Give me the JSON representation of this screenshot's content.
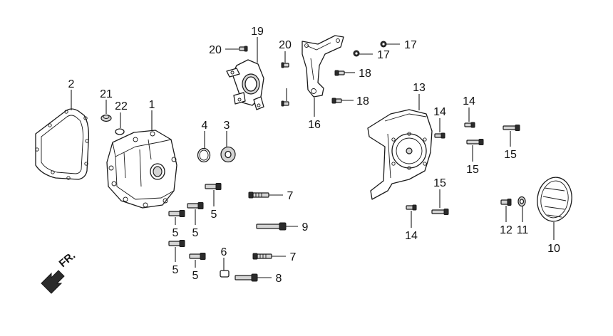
{
  "callouts": {
    "c1": "1",
    "c2": "2",
    "c3": "3",
    "c4": "4",
    "c5a": "5",
    "c5b": "5",
    "c5c": "5",
    "c5d": "5",
    "c5e": "5",
    "c6": "6",
    "c7a": "7",
    "c7b": "7",
    "c8": "8",
    "c9": "9",
    "c10": "10",
    "c11": "11",
    "c12": "12",
    "c13": "13",
    "c14a": "14",
    "c14b": "14",
    "c14c": "14",
    "c15a": "15",
    "c15b": "15",
    "c15c": "15",
    "c16": "16",
    "c17a": "17",
    "c17b": "17",
    "c18a": "18",
    "c18b": "18",
    "c19": "19",
    "c20a": "20",
    "c20b": "20",
    "c21": "21",
    "c22": "22"
  },
  "direction_label": "FR.",
  "icons": {
    "front_arrow": "arrow-down-left-icon"
  },
  "colors": {
    "line": "#1a1a1a",
    "background": "#ffffff",
    "shade": "#d4d4d4"
  }
}
